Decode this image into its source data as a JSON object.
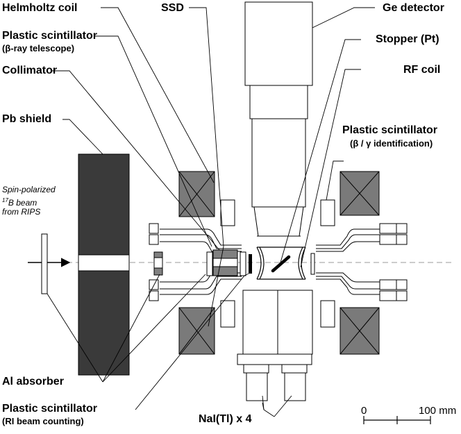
{
  "labels": {
    "helmholtz_coil": "Helmholtz coil",
    "ssd": "SSD",
    "ge_detector": "Ge detector",
    "plastic_scint_telescope": "Plastic scintillator",
    "plastic_scint_telescope_sub": "(β-ray telescope)",
    "stopper": "Stopper (Pt)",
    "rf_coil": "RF coil",
    "collimator": "Collimator",
    "pb_shield": "Pb shield",
    "plastic_scint_id": "Plastic scintillator",
    "plastic_scint_id_sub": "(β / γ identification)",
    "al_absorber": "Al absorber",
    "plastic_scint_ri": "Plastic scintillator",
    "plastic_scint_ri_sub": "(RI beam counting)",
    "nai": "NaI(Tl) x 4"
  },
  "beam": {
    "line1": "Spin-polarized",
    "mass_number": "17",
    "element": "B beam",
    "line3": "from RIPS"
  },
  "scale": {
    "zero": "0",
    "value": "100 mm"
  },
  "colors": {
    "pb_shield": "#3a3a3a",
    "coil_fill": "#7a7a7a",
    "collimator_fill": "#808080",
    "outline": "#000000",
    "beam_axis": "#9a9a9a",
    "leader": "#000000"
  }
}
